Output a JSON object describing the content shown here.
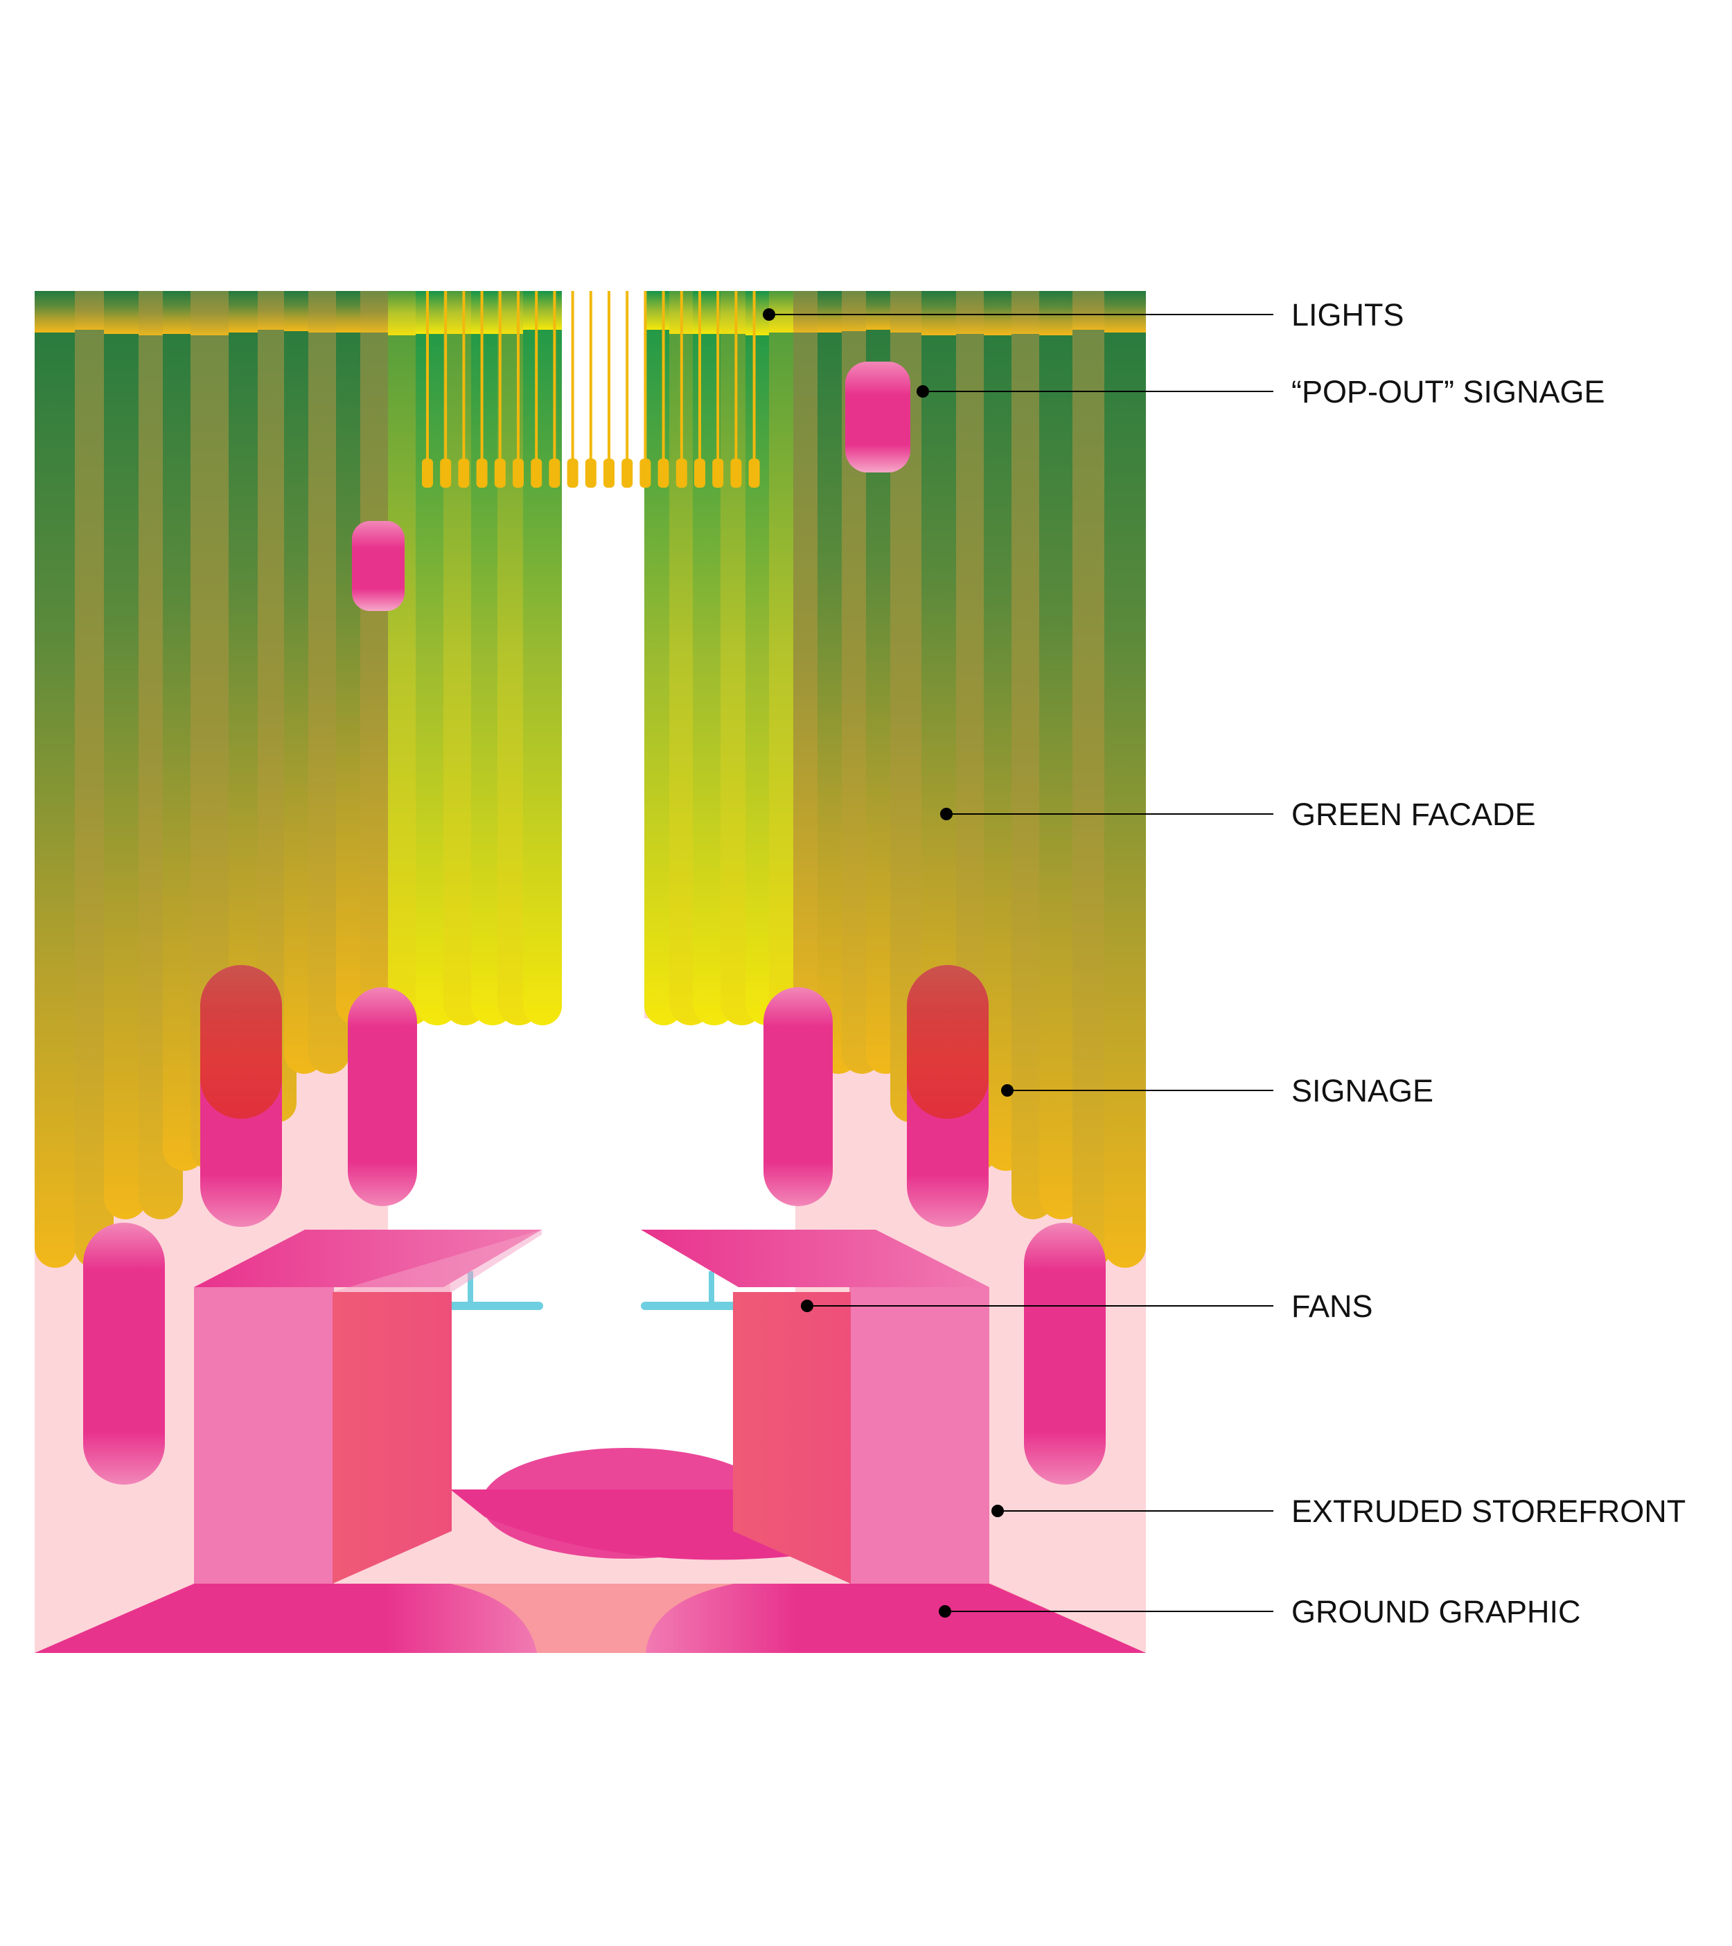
{
  "callouts": [
    {
      "id": "lights",
      "label": "LIGHTS"
    },
    {
      "id": "popout-signage",
      "label": "“POP-OUT” SIGNAGE"
    },
    {
      "id": "green-facade",
      "label": "GREEN FACADE"
    },
    {
      "id": "signage",
      "label": "SIGNAGE"
    },
    {
      "id": "fans",
      "label": "FANS"
    },
    {
      "id": "extruded-storefront",
      "label": "EXTRUDED STOREFRONT"
    },
    {
      "id": "ground-graphic",
      "label": "GROUND GRAPHIC"
    }
  ],
  "colors": {
    "facade_top": "#1e7a3c",
    "facade_bottom": "#f0b81c",
    "facade_bright": "#f2e40f",
    "pink_bg": "#fdd6da",
    "magenta": "#e8338d",
    "storefront_light": "#f17ab2",
    "storefront_dark": "#ee5578",
    "ground_salmon": "#f89a9f",
    "fan_cyan": "#6ecfe0",
    "light_gold": "#f2b80e",
    "line_black": "#000000"
  }
}
